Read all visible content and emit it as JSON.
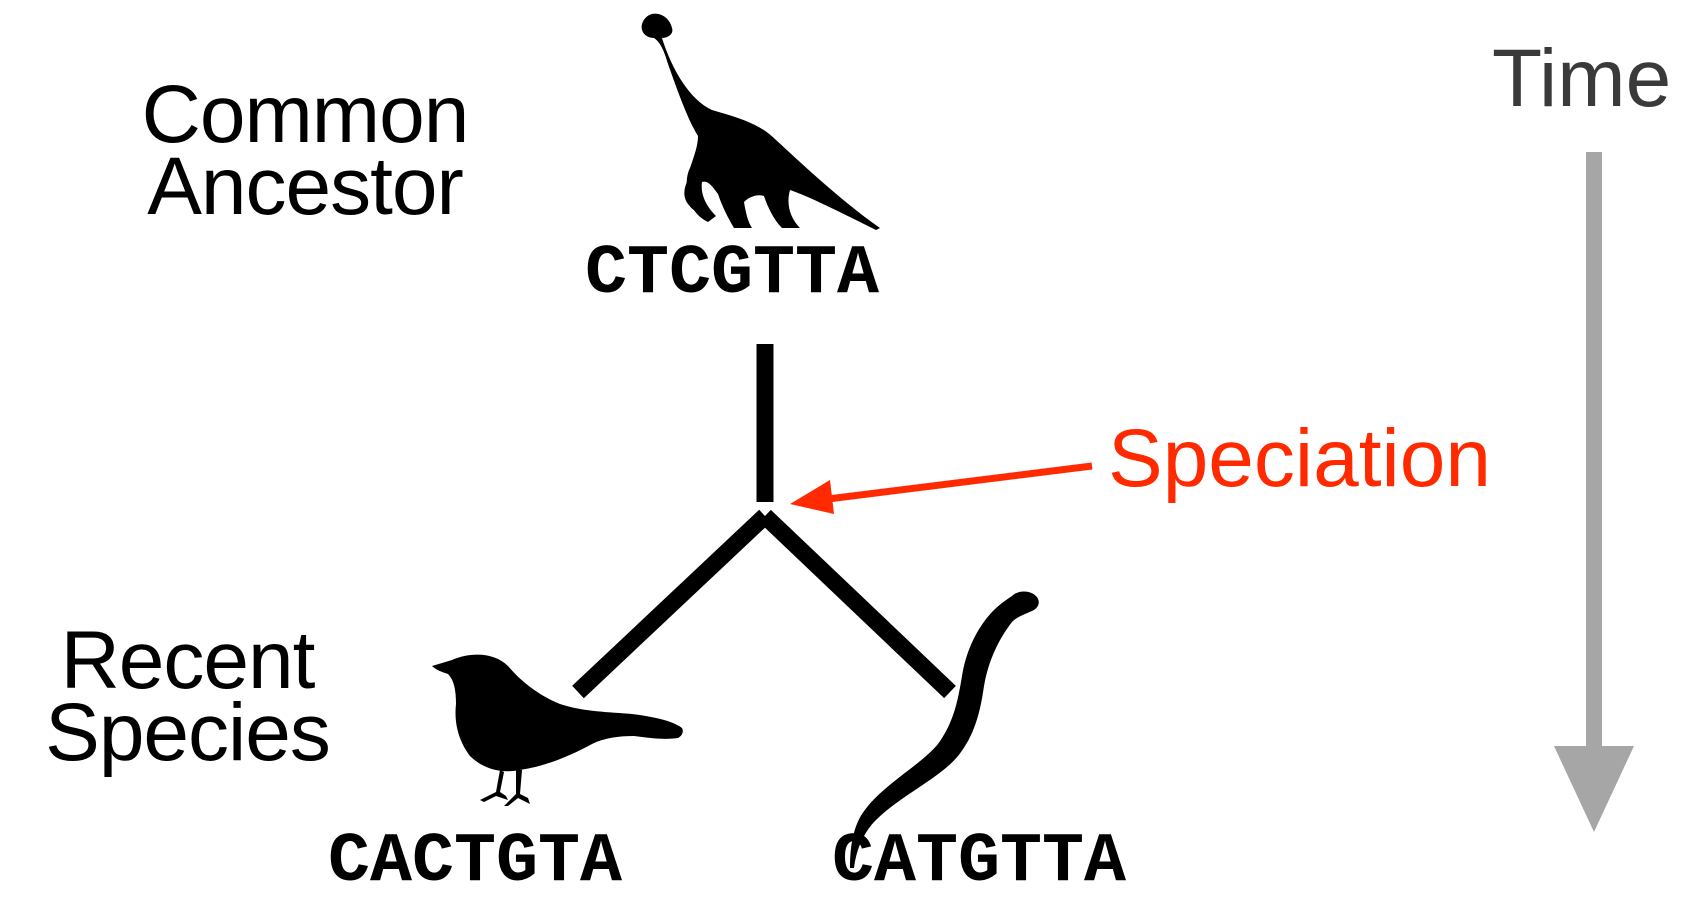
{
  "labels": {
    "common_ancestor_line1": "Common",
    "common_ancestor_line2": "Ancestor",
    "recent_species_line1": "Recent",
    "recent_species_line2": "Species",
    "time": "Time",
    "speciation": "Speciation"
  },
  "sequences": {
    "ancestor": "CTCGTTA",
    "bird": "CACTGTA",
    "snake": "CATGTTA"
  },
  "icons": {
    "ancestor": "dinosaur-silhouette",
    "species_left": "bird-silhouette",
    "species_right": "snake-silhouette"
  },
  "colors": {
    "text": "#000000",
    "speciation": "#ff2a00",
    "time_axis": "#a6a6a6",
    "tree": "#000000"
  }
}
